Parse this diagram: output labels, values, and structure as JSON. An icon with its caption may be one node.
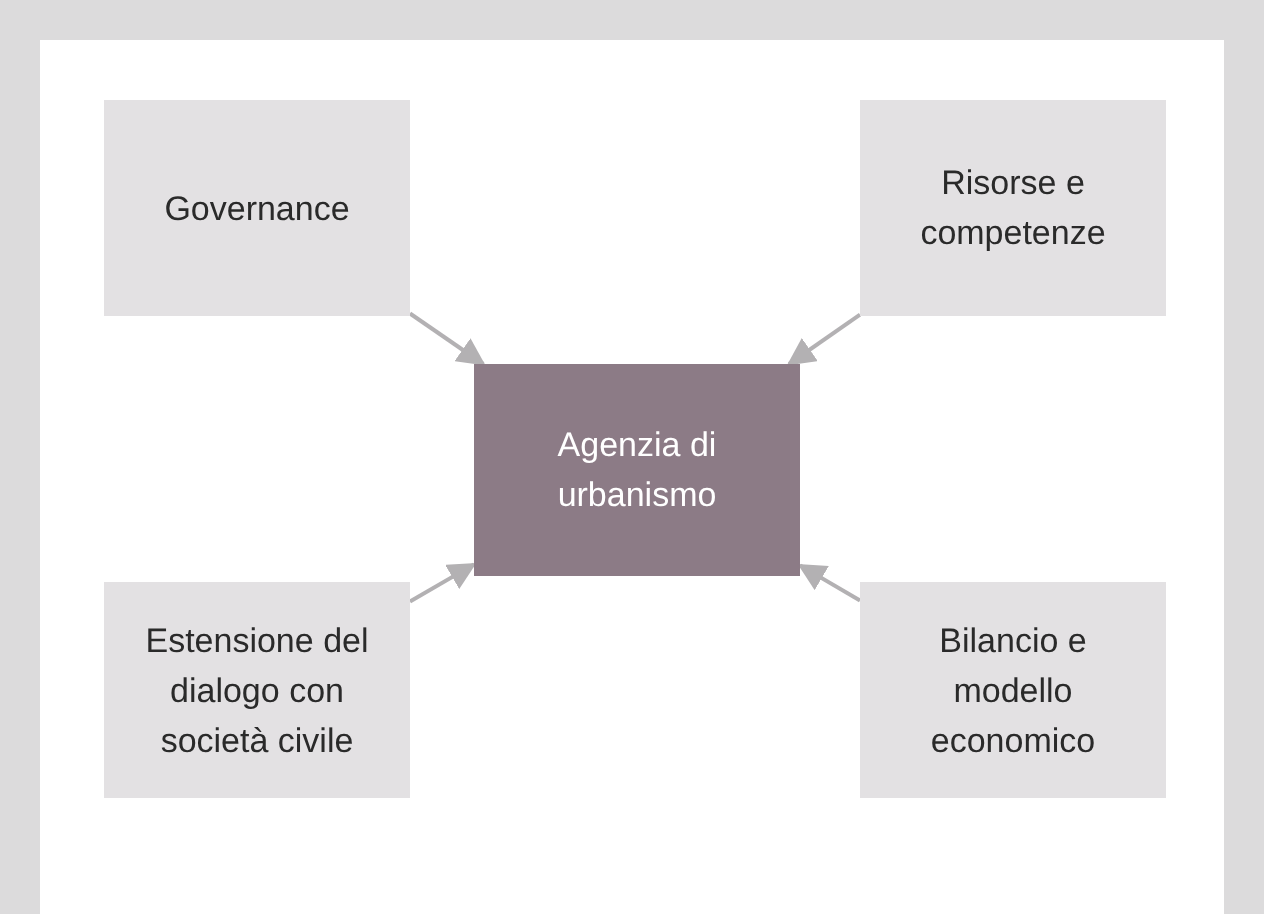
{
  "diagram": {
    "nodes": [
      {
        "text": [
          "Governance"
        ]
      },
      {
        "text": [
          "Risorse e competenze"
        ]
      },
      {
        "text": [
          "Agenzia di urbanismo"
        ]
      },
      {
        "text": [
          "Estensione del dialogo con società civile"
        ]
      },
      {
        "text": [
          "Bilancio e modello economico"
        ]
      }
    ],
    "edges": [
      {
        "from": 0,
        "to": 2,
        "arrow": "to"
      },
      {
        "from": 1,
        "to": 2,
        "arrow": "to"
      },
      {
        "from": 3,
        "to": 2,
        "arrow": "to"
      },
      {
        "from": 4,
        "to": 2,
        "arrow": "to"
      }
    ]
  }
}
